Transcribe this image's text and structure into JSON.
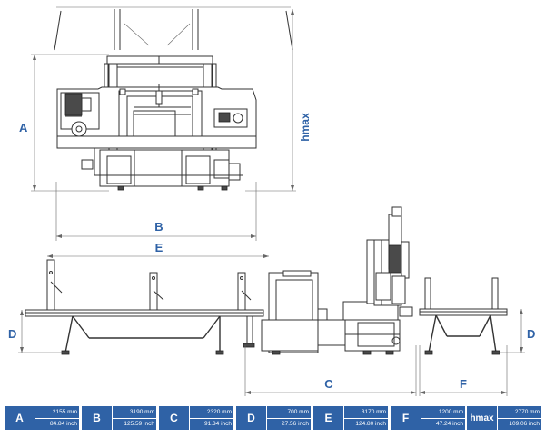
{
  "labels": {
    "a": "A",
    "b": "B",
    "e": "E",
    "d_left": "D",
    "d_right": "D",
    "c": "C",
    "f": "F",
    "hmax": "hmax"
  },
  "dimensions": [
    {
      "key": "A",
      "mm": "2155 mm",
      "inch": "84.84 inch"
    },
    {
      "key": "B",
      "mm": "3190 mm",
      "inch": "125.59 inch"
    },
    {
      "key": "C",
      "mm": "2320 mm",
      "inch": "91.34 inch"
    },
    {
      "key": "D",
      "mm": "700 mm",
      "inch": "27.56 inch"
    },
    {
      "key": "E",
      "mm": "3170 mm",
      "inch": "124.80 inch"
    },
    {
      "key": "F",
      "mm": "1200 mm",
      "inch": "47.24 inch"
    },
    {
      "key": "hmax",
      "mm": "2770 mm",
      "inch": "109.06 inch"
    }
  ]
}
